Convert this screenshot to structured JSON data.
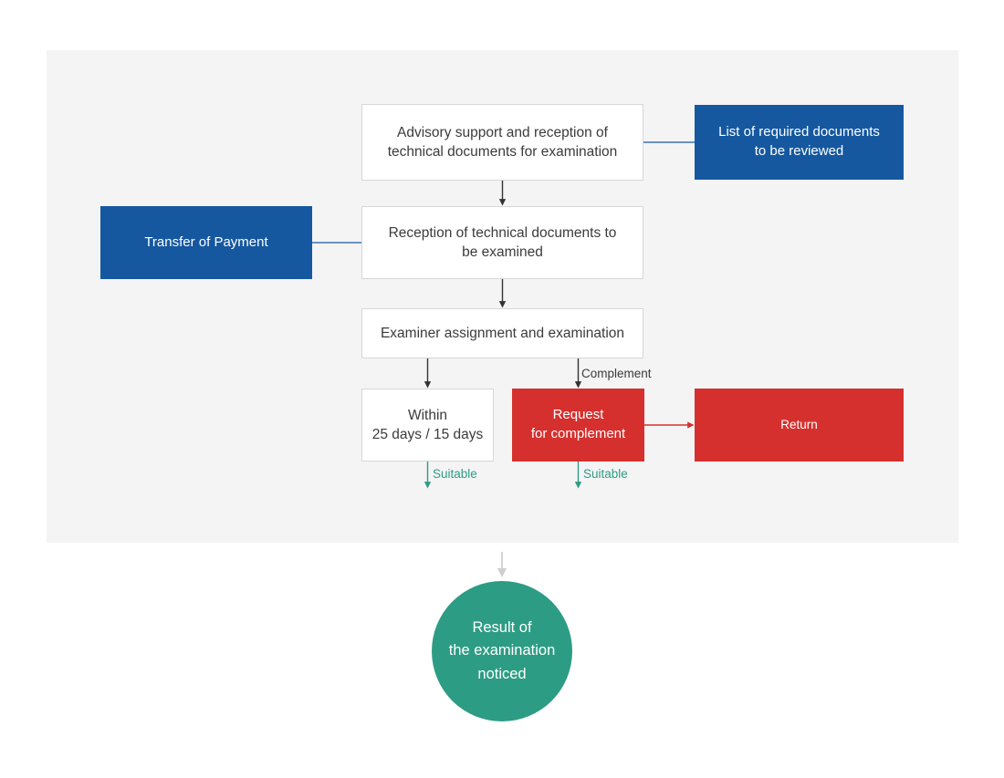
{
  "diagram": {
    "title_present": false,
    "colors": {
      "panel_bg": "#f4f4f5",
      "blue": "#1558a0",
      "red": "#d6302e",
      "green": "#2d9c84",
      "white_box_border": "#d7d7d7",
      "text_dark": "#3b3b3b",
      "arrow_dark": "#333333",
      "arrow_gray": "#cfcfcf"
    },
    "nodes": {
      "advisory": {
        "line1": "Advisory support and reception of",
        "line2": "technical documents for examination",
        "style": "white"
      },
      "doc_list": {
        "line1": "List of required documents",
        "line2": "to be reviewed",
        "style": "blue"
      },
      "reception": {
        "line1": "Reception of technical documents to",
        "line2": "be examined",
        "style": "white"
      },
      "payment": {
        "line1": "Transfer of Payment",
        "style": "blue"
      },
      "examiner": {
        "line1": "Examiner assignment and examination",
        "style": "white"
      },
      "within": {
        "line1": "Within",
        "line2": "25 days / 15 days",
        "style": "white"
      },
      "request": {
        "line1": "Request",
        "line2": "for complement",
        "style": "red"
      },
      "return_box": {
        "line1": "Return",
        "style": "red"
      },
      "result": {
        "line1": "Result of",
        "line2": "the examination",
        "line3": "noticed",
        "style": "circle-green"
      }
    },
    "edge_labels": {
      "complement": "Complement",
      "suitable_left": "Suitable",
      "suitable_right": "Suitable"
    }
  }
}
